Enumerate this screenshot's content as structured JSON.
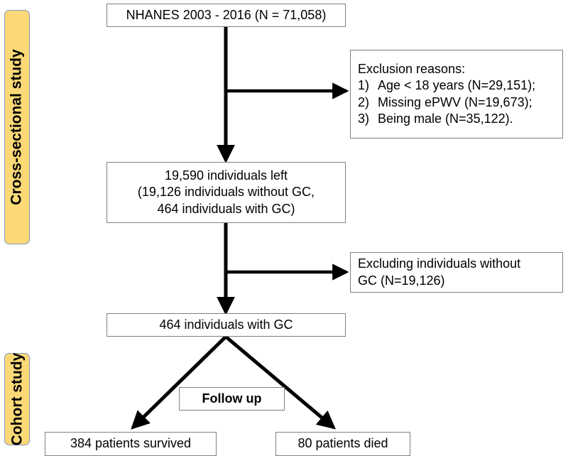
{
  "figure": {
    "type": "flowchart",
    "title": "NHANES study participant selection flow diagram"
  },
  "sidebar": {
    "tags": [
      {
        "label": "Cross-sectional study",
        "color": "#FBD976"
      },
      {
        "label": "Cohort study",
        "color": "#FBD976"
      }
    ]
  },
  "nodes": {
    "source": {
      "lines": [
        "NHANES 2003 - 2016 (N = 71,058)"
      ]
    },
    "exclusions": {
      "heading": "Exclusion reasons:",
      "items": [
        {
          "num": "1)",
          "text": "Age < 18 years (N=29,151);"
        },
        {
          "num": "2)",
          "text": "Missing ePWV (N=19,673);"
        },
        {
          "num": "3)",
          "text": "Being male (N=35,122)."
        }
      ]
    },
    "remaining": {
      "lines": [
        "19,590 individuals left",
        "(19,126 individuals without GC,",
        "464 individuals with GC)"
      ]
    },
    "exclude_without_gc": {
      "lines": [
        "Excluding individuals without",
        "GC (N=19,126)"
      ]
    },
    "with_gc": {
      "lines": [
        "464 individuals with GC"
      ]
    },
    "followup": {
      "lines": [
        "Follow up"
      ]
    },
    "survived": {
      "lines": [
        "384 patients survived"
      ]
    },
    "died": {
      "lines": [
        "80 patients died"
      ]
    }
  },
  "chart_data": {
    "type": "flowchart",
    "title": "Participant selection flowchart",
    "stages": [
      {
        "id": "source",
        "label": "NHANES 2003 - 2016",
        "n": 71058
      },
      {
        "id": "excluded_age",
        "label": "Age < 18 years",
        "n": 29151
      },
      {
        "id": "excluded_epwv",
        "label": "Missing ePWV",
        "n": 19673
      },
      {
        "id": "excluded_male",
        "label": "Being male",
        "n": 35122
      },
      {
        "id": "remaining",
        "label": "Individuals left",
        "n": 19590
      },
      {
        "id": "without_gc",
        "label": "Individuals without GC",
        "n": 19126
      },
      {
        "id": "with_gc",
        "label": "Individuals with GC",
        "n": 464
      },
      {
        "id": "survived",
        "label": "Patients survived",
        "n": 384
      },
      {
        "id": "died",
        "label": "Patients died",
        "n": 80
      }
    ],
    "phases": [
      "Cross-sectional study",
      "Cohort study"
    ]
  }
}
